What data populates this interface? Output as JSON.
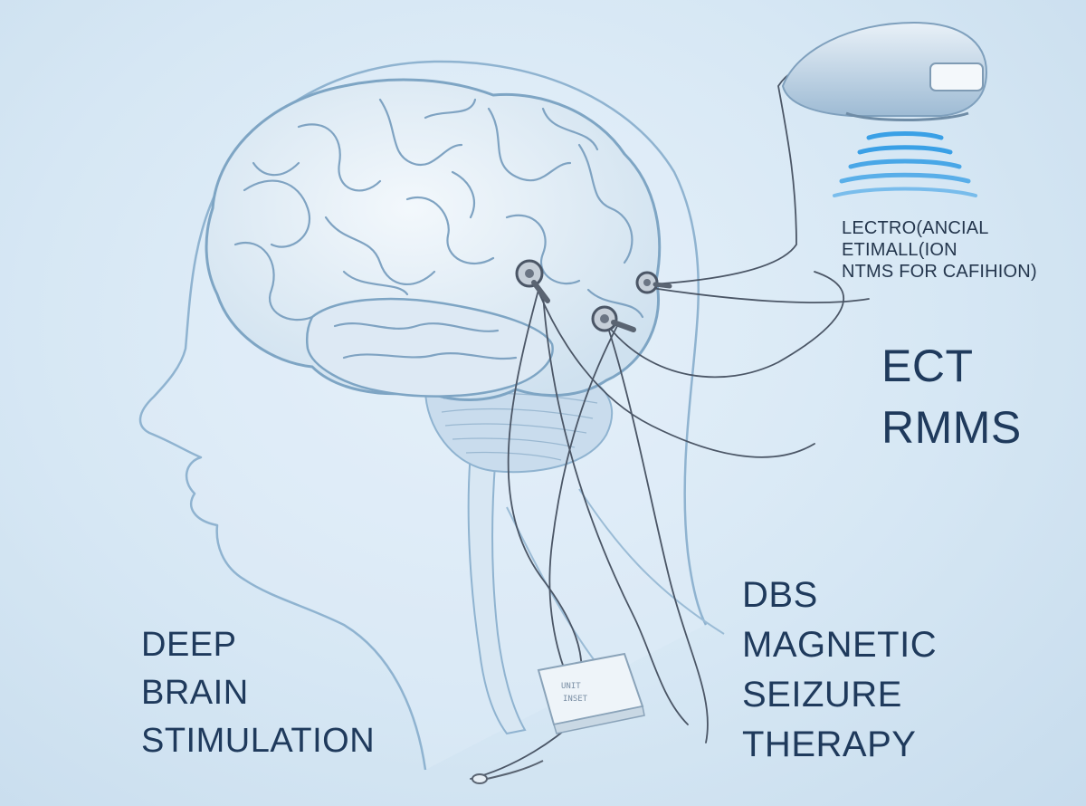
{
  "labels": {
    "deep_brain_stimulation": [
      "DEEP",
      "BRAIN",
      "STIMULATION"
    ],
    "therapies": [
      "DBS",
      "MAGNETIC",
      "SEIZURE",
      "THERAPY"
    ],
    "acronyms": [
      "ECT",
      "RMMS"
    ],
    "device_caption": [
      "LECTRO(ANCIAL",
      "ETIMALL(ION",
      "NTMS FOR CAFIHION)"
    ],
    "stimulator_text": [
      "UNIT",
      "INSET"
    ]
  },
  "colors": {
    "label_text": "#1f3a5c",
    "outline": "#8fb3d0",
    "brain_fill": "#e3eef7",
    "wire": "#4b5666",
    "signal_wave": "#3aa0e6"
  },
  "icons": {
    "electrodes": "electrode-icon",
    "coil": "magnetic-coil-icon",
    "stimulator": "pulse-generator-icon"
  }
}
